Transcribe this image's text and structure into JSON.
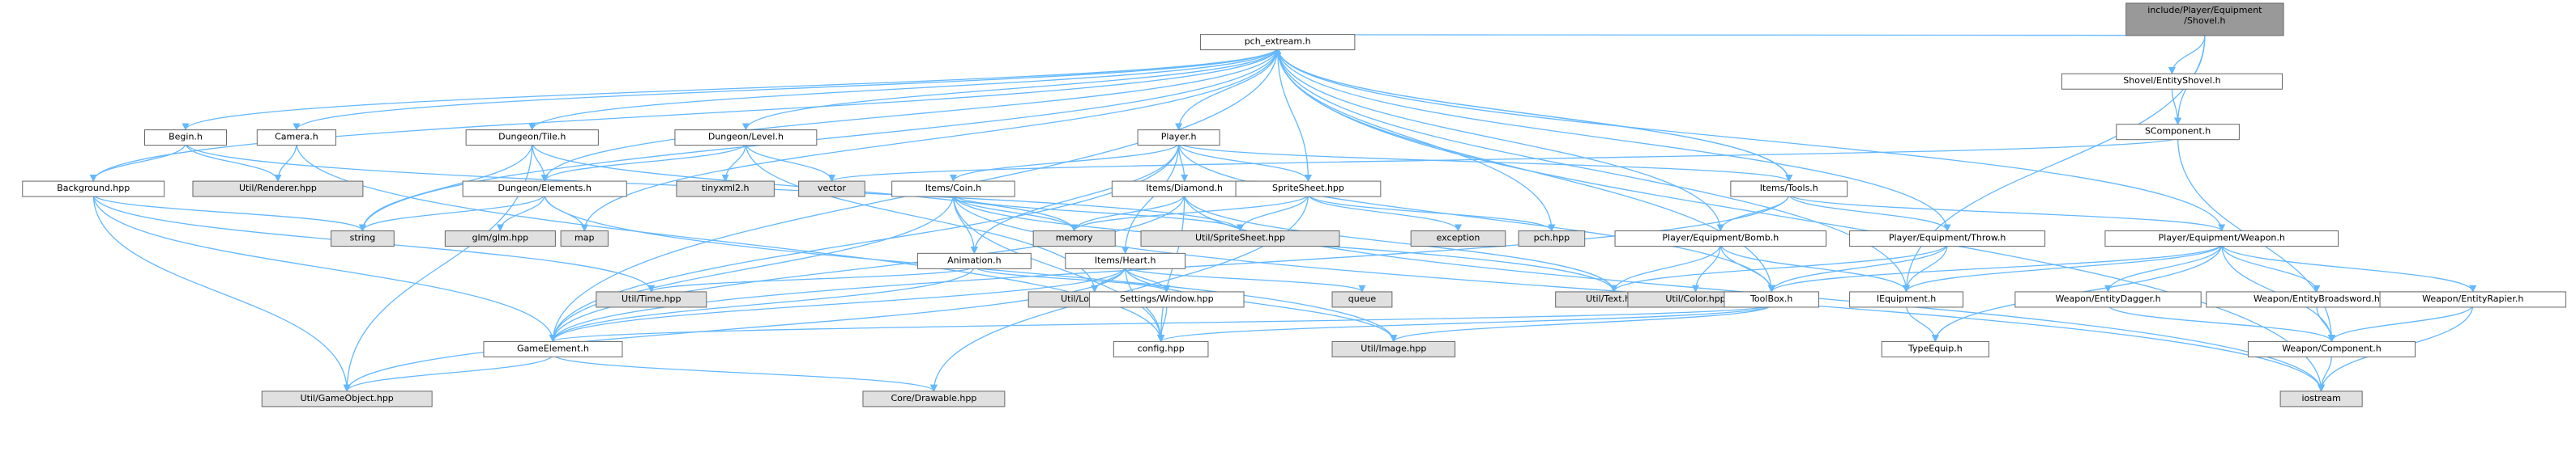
{
  "colors": {
    "node_fill": "#ffffff",
    "external_fill": "#e0e0e0",
    "root_fill": "#999999",
    "edge": "#63b8ff"
  },
  "graph": {
    "nodes": [
      {
        "id": "root",
        "label": "include/Player/Equipment\n/Shovel.h",
        "kind": "root"
      },
      {
        "id": "pch",
        "label": "pch_extream.h",
        "kind": "file"
      },
      {
        "id": "shovelEnt",
        "label": "Shovel/EntityShovel.h",
        "kind": "file"
      },
      {
        "id": "scomp",
        "label": "SComponent.h",
        "kind": "file"
      },
      {
        "id": "begin",
        "label": "Begin.h",
        "kind": "file"
      },
      {
        "id": "camera",
        "label": "Camera.h",
        "kind": "file"
      },
      {
        "id": "dtile",
        "label": "Dungeon/Tile.h",
        "kind": "file"
      },
      {
        "id": "dlevel",
        "label": "Dungeon/Level.h",
        "kind": "file"
      },
      {
        "id": "player",
        "label": "Player.h",
        "kind": "file"
      },
      {
        "id": "utilRenderer",
        "label": "Util/Renderer.hpp",
        "kind": "external"
      },
      {
        "id": "background",
        "label": "Background.hpp",
        "kind": "file"
      },
      {
        "id": "delements",
        "label": "Dungeon/Elements.h",
        "kind": "file"
      },
      {
        "id": "tinyxml",
        "label": "tinyxml2.h",
        "kind": "external"
      },
      {
        "id": "vector",
        "label": "vector",
        "kind": "external"
      },
      {
        "id": "coin",
        "label": "Items/Coin.h",
        "kind": "file"
      },
      {
        "id": "diamond",
        "label": "Items/Diamond.h",
        "kind": "file"
      },
      {
        "id": "sprite",
        "label": "SpriteSheet.hpp",
        "kind": "file"
      },
      {
        "id": "tools",
        "label": "Items/Tools.h",
        "kind": "file"
      },
      {
        "id": "string",
        "label": "string",
        "kind": "external"
      },
      {
        "id": "glm",
        "label": "glm/glm.hpp",
        "kind": "external"
      },
      {
        "id": "map",
        "label": "map",
        "kind": "external"
      },
      {
        "id": "memory",
        "label": "memory",
        "kind": "external"
      },
      {
        "id": "utilSprite",
        "label": "Util/SpriteSheet.hpp",
        "kind": "external"
      },
      {
        "id": "exception",
        "label": "exception",
        "kind": "external"
      },
      {
        "id": "pchhpp",
        "label": "pch.hpp",
        "kind": "external"
      },
      {
        "id": "bomb",
        "label": "Player/Equipment/Bomb.h",
        "kind": "file"
      },
      {
        "id": "throw",
        "label": "Player/Equipment/Throw.h",
        "kind": "file"
      },
      {
        "id": "weapon",
        "label": "Player/Equipment/Weapon.h",
        "kind": "file"
      },
      {
        "id": "animation",
        "label": "Animation.h",
        "kind": "file"
      },
      {
        "id": "heart",
        "label": "Items/Heart.h",
        "kind": "file"
      },
      {
        "id": "utilTime",
        "label": "Util/Time.hpp",
        "kind": "external"
      },
      {
        "id": "utilLogger",
        "label": "Util/Logger.hpp",
        "kind": "external"
      },
      {
        "id": "settingsWindow",
        "label": "Settings/Window.hpp",
        "kind": "file"
      },
      {
        "id": "queue",
        "label": "queue",
        "kind": "external"
      },
      {
        "id": "utilText",
        "label": "Util/Text.hpp",
        "kind": "external"
      },
      {
        "id": "utilColor",
        "label": "Util/Color.hpp",
        "kind": "external"
      },
      {
        "id": "toolbox",
        "label": "ToolBox.h",
        "kind": "file"
      },
      {
        "id": "iequip",
        "label": "IEquipment.h",
        "kind": "file"
      },
      {
        "id": "wdagger",
        "label": "Weapon/EntityDagger.h",
        "kind": "file"
      },
      {
        "id": "wbroad",
        "label": "Weapon/EntityBroadsword.h",
        "kind": "file"
      },
      {
        "id": "wrapier",
        "label": "Weapon/EntityRapier.h",
        "kind": "file"
      },
      {
        "id": "gameelement",
        "label": "GameElement.h",
        "kind": "file"
      },
      {
        "id": "config",
        "label": "config.hpp",
        "kind": "file"
      },
      {
        "id": "utilImage",
        "label": "Util/Image.hpp",
        "kind": "external"
      },
      {
        "id": "typeequip",
        "label": "TypeEquip.h",
        "kind": "file"
      },
      {
        "id": "wcomp",
        "label": "Weapon/Component.h",
        "kind": "file"
      },
      {
        "id": "utilGameObject",
        "label": "Util/GameObject.hpp",
        "kind": "external"
      },
      {
        "id": "coreDrawable",
        "label": "Core/Drawable.hpp",
        "kind": "external"
      },
      {
        "id": "iostream",
        "label": "iostream",
        "kind": "external"
      }
    ],
    "edges": [
      [
        "root",
        "pch"
      ],
      [
        "root",
        "shovelEnt"
      ],
      [
        "root",
        "scomp"
      ],
      [
        "root",
        "iequip"
      ],
      [
        "shovelEnt",
        "scomp"
      ],
      [
        "scomp",
        "wcomp"
      ],
      [
        "scomp",
        "vector"
      ],
      [
        "pch",
        "begin"
      ],
      [
        "pch",
        "camera"
      ],
      [
        "pch",
        "dtile"
      ],
      [
        "pch",
        "dlevel"
      ],
      [
        "pch",
        "player"
      ],
      [
        "pch",
        "background"
      ],
      [
        "pch",
        "delements"
      ],
      [
        "pch",
        "string"
      ],
      [
        "pch",
        "sprite"
      ],
      [
        "pch",
        "tools"
      ],
      [
        "pch",
        "pchhpp"
      ],
      [
        "pch",
        "gameelement"
      ],
      [
        "pch",
        "iostream"
      ],
      [
        "pch",
        "map"
      ],
      [
        "begin",
        "utilRenderer"
      ],
      [
        "begin",
        "background"
      ],
      [
        "begin",
        "utilSprite"
      ],
      [
        "camera",
        "utilRenderer"
      ],
      [
        "camera",
        "config"
      ],
      [
        "dtile",
        "delements"
      ],
      [
        "dtile",
        "string"
      ],
      [
        "dtile",
        "memory"
      ],
      [
        "dtile",
        "utilGameObject"
      ],
      [
        "dlevel",
        "delements"
      ],
      [
        "dlevel",
        "tinyxml"
      ],
      [
        "dlevel",
        "vector"
      ],
      [
        "dlevel",
        "utilLogger"
      ],
      [
        "background",
        "string"
      ],
      [
        "background",
        "gameelement"
      ],
      [
        "background",
        "utilTime"
      ],
      [
        "background",
        "utilGameObject"
      ],
      [
        "delements",
        "string"
      ],
      [
        "delements",
        "glm"
      ],
      [
        "delements",
        "map"
      ],
      [
        "delements",
        "utilImage"
      ],
      [
        "player",
        "coin"
      ],
      [
        "player",
        "diamond"
      ],
      [
        "player",
        "sprite"
      ],
      [
        "player",
        "tools"
      ],
      [
        "player",
        "heart"
      ],
      [
        "player",
        "animation"
      ],
      [
        "player",
        "toolbox"
      ],
      [
        "player",
        "gameelement"
      ],
      [
        "coin",
        "animation"
      ],
      [
        "coin",
        "memory"
      ],
      [
        "coin",
        "gameelement"
      ],
      [
        "coin",
        "config"
      ],
      [
        "coin",
        "utilText"
      ],
      [
        "coin",
        "utilSprite"
      ],
      [
        "coin",
        "iostream"
      ],
      [
        "diamond",
        "memory"
      ],
      [
        "diamond",
        "utilText"
      ],
      [
        "diamond",
        "config"
      ],
      [
        "diamond",
        "gameelement"
      ],
      [
        "diamond",
        "iostream"
      ],
      [
        "sprite",
        "memory"
      ],
      [
        "sprite",
        "utilSprite"
      ],
      [
        "sprite",
        "exception"
      ],
      [
        "sprite",
        "pchhpp"
      ],
      [
        "sprite",
        "coreDrawable"
      ],
      [
        "tools",
        "bomb"
      ],
      [
        "tools",
        "throw"
      ],
      [
        "tools",
        "weapon"
      ],
      [
        "tools",
        "gameelement"
      ],
      [
        "tools",
        "pch"
      ],
      [
        "bomb",
        "utilText"
      ],
      [
        "bomb",
        "utilColor"
      ],
      [
        "bomb",
        "toolbox"
      ],
      [
        "bomb",
        "iequip"
      ],
      [
        "bomb",
        "pch"
      ],
      [
        "throw",
        "toolbox"
      ],
      [
        "throw",
        "iequip"
      ],
      [
        "throw",
        "utilText"
      ],
      [
        "throw",
        "pch"
      ],
      [
        "weapon",
        "toolbox"
      ],
      [
        "weapon",
        "iequip"
      ],
      [
        "weapon",
        "wdagger"
      ],
      [
        "weapon",
        "wbroad"
      ],
      [
        "weapon",
        "wrapier"
      ],
      [
        "weapon",
        "wcomp"
      ],
      [
        "weapon",
        "typeequip"
      ],
      [
        "weapon",
        "pch"
      ],
      [
        "animation",
        "utilTime"
      ],
      [
        "animation",
        "settingsWindow"
      ],
      [
        "animation",
        "gameelement"
      ],
      [
        "heart",
        "utilLogger"
      ],
      [
        "heart",
        "settingsWindow"
      ],
      [
        "heart",
        "queue"
      ],
      [
        "heart",
        "config"
      ],
      [
        "heart",
        "gameelement"
      ],
      [
        "heart",
        "utilGameObject"
      ],
      [
        "heart",
        "utilImage"
      ],
      [
        "settingsWindow",
        "config"
      ],
      [
        "toolbox",
        "gameelement"
      ],
      [
        "toolbox",
        "config"
      ],
      [
        "toolbox",
        "utilImage"
      ],
      [
        "toolbox",
        "pch"
      ],
      [
        "iequip",
        "typeequip"
      ],
      [
        "iequip",
        "pch"
      ],
      [
        "wdagger",
        "wcomp"
      ],
      [
        "wbroad",
        "wcomp"
      ],
      [
        "wrapier",
        "wcomp"
      ],
      [
        "wrapier",
        "iostream"
      ],
      [
        "wcomp",
        "iostream"
      ],
      [
        "gameelement",
        "utilGameObject"
      ],
      [
        "gameelement",
        "coreDrawable"
      ]
    ]
  }
}
